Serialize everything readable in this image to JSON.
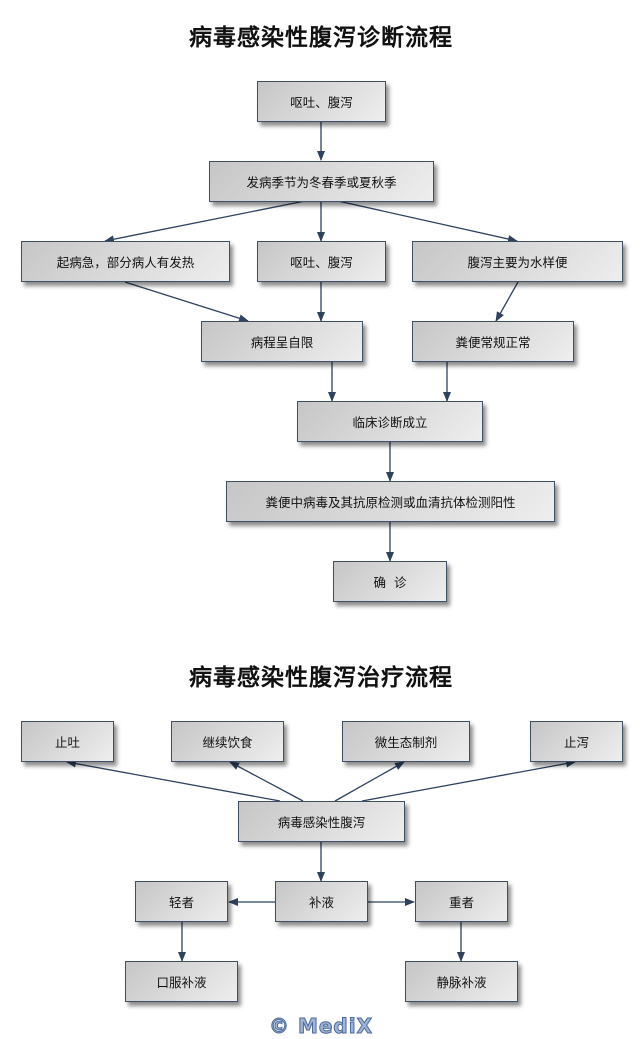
{
  "diagnosis": {
    "title": "病毒感染性腹泻诊断流程",
    "nodes": {
      "vomit_diarrhea_top": "呕吐、腹泻",
      "season": "发病季节为冬春季或夏秋季",
      "acute_onset": "起病急，部分病人有发热",
      "vomit_diarrhea_mid": "呕吐、腹泻",
      "watery_stool": "腹泻主要为水样便",
      "self_limited": "病程呈自限",
      "stool_normal": "粪便常规正常",
      "clinical_dx": "临床诊断成立",
      "lab_positive": "粪便中病毒及其抗原检测或血清抗体检测阳性",
      "confirmed": "确  诊"
    }
  },
  "treatment": {
    "title": "病毒感染性腹泻治疗流程",
    "nodes": {
      "antiemetic": "止吐",
      "continue_diet": "继续饮食",
      "probiotics": "微生态制剂",
      "antidiarrheal": "止泻",
      "viral_diarrhea": "病毒感染性腹泻",
      "fluid": "补液",
      "mild": "轻者",
      "severe": "重者",
      "oral_fluid": "口服补液",
      "iv_fluid": "静脉补液"
    }
  },
  "watermark": "© MediX",
  "colors": {
    "edge": "#2e4260",
    "border": "#3d5068"
  }
}
